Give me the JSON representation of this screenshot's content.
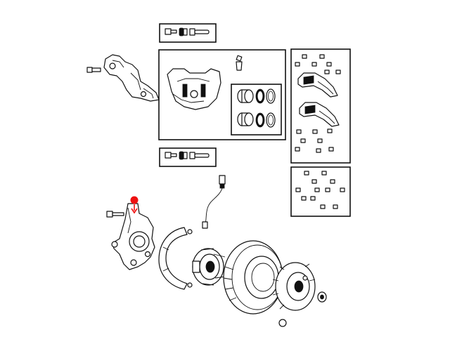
{
  "diagram": {
    "callout_color": "#ee1111",
    "line_color": "#111111",
    "background": "#ffffff",
    "groups": [
      "bolt-kit-top",
      "caliper-assembly",
      "caliper-seal-kit",
      "brake-pad-set",
      "pad-hardware-kit",
      "bolt-kit-middle",
      "steering-knuckle",
      "dust-shield",
      "wheel-speed-sensor",
      "hub-bearing",
      "brake-rotor",
      "hub-nut"
    ]
  }
}
